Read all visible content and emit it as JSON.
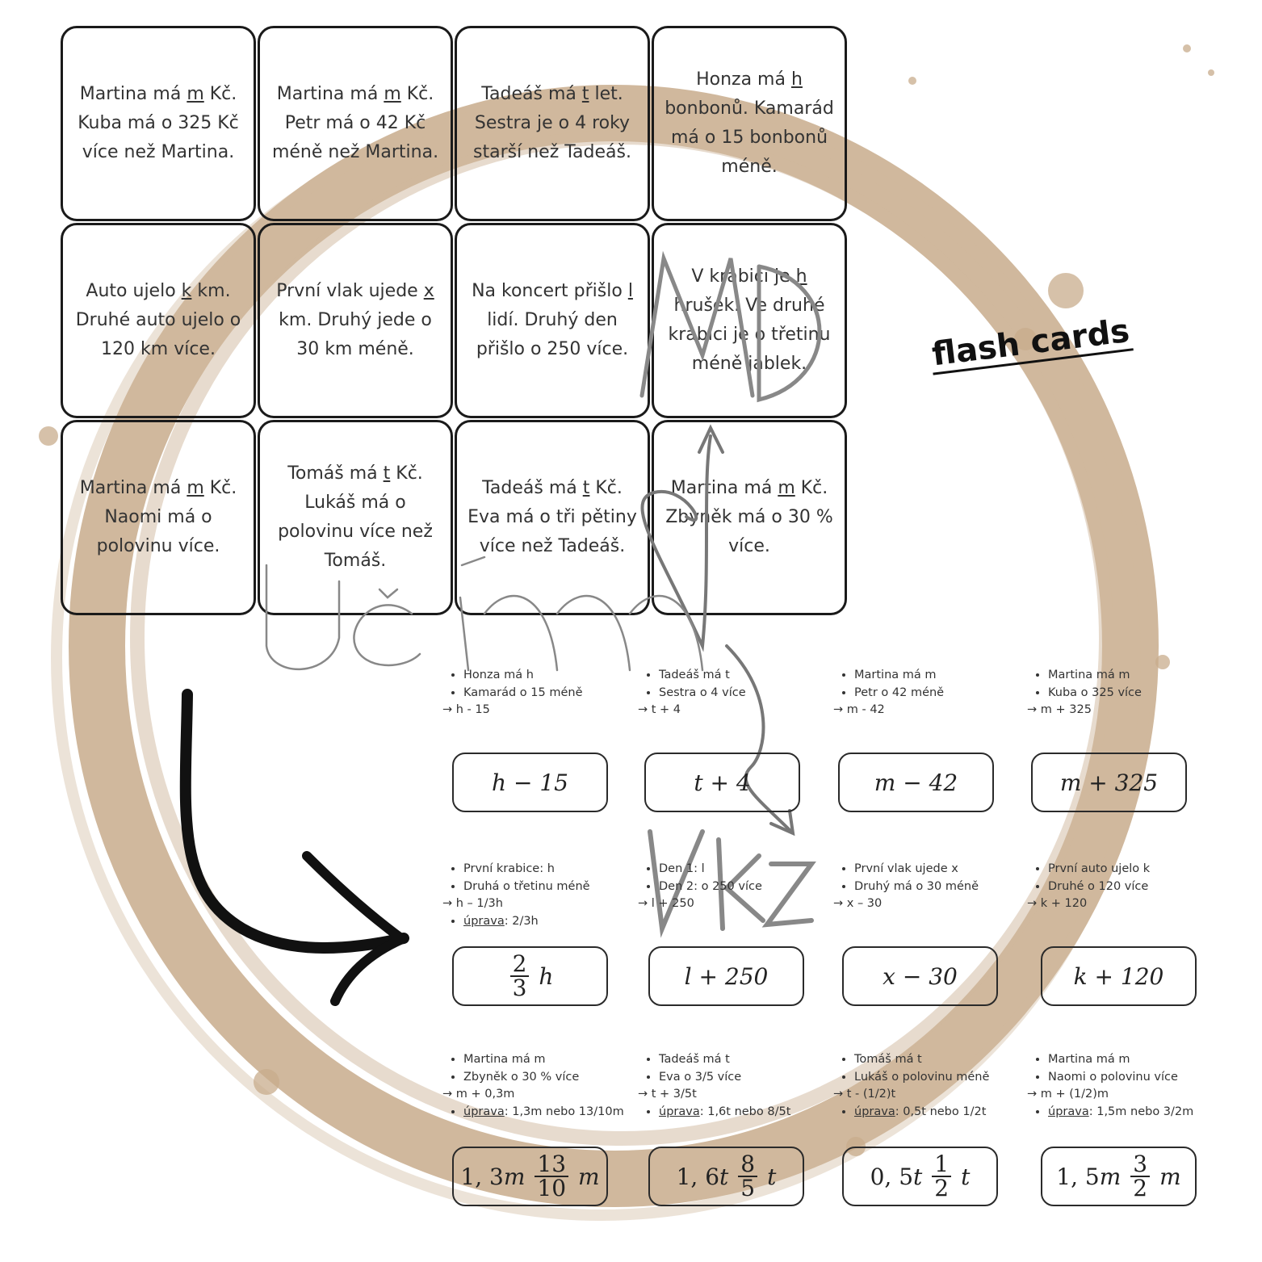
{
  "colors": {
    "stain": "#c8ac8c",
    "card_border": "#1a1a1a",
    "ink": "#333333"
  },
  "cards": [
    [
      "Martina má",
      "m",
      " Kč. Kuba má o 325 Kč více než Martina."
    ],
    [
      "Martina má",
      "m",
      " Kč. Petr má o 42 Kč méně než Martina."
    ],
    [
      "Tadeáš má ",
      "t",
      " let. Sestra je o 4 roky starší než Tadeáš."
    ],
    [
      "Honza má",
      "h",
      " bonbonů. Kamarád má o 15 bonbonů méně."
    ],
    [
      "Auto ujelo ",
      "k",
      " km. Druhé auto ujelo o 120 km více."
    ],
    [
      "První vlak ujede",
      "x",
      " km. Druhý jede o 30 km méně."
    ],
    [
      "Na koncert přišlo ",
      "l",
      " lidí. Druhý den přišlo o 250 více."
    ],
    [
      "V krabici je",
      "h",
      " hrušek. Ve druhé krabici je o třetinu méně jablek."
    ],
    [
      "Martina má",
      "m",
      " Kč. Naomi má o polovinu více."
    ],
    [
      "Tomáš má ",
      "t",
      " Kč. Lukáš má o polovinu více než Tomáš."
    ],
    [
      "Tadeáš má ",
      "t",
      " Kč. Eva má o tři pětiny více než Tadeáš."
    ],
    [
      "Martina má",
      "m",
      " Kč. Zbyněk má o 30 % více."
    ]
  ],
  "flash_label": "flash cards",
  "signature": "Učíme VKZ",
  "notes_row1": [
    {
      "items": [
        "Honza má h",
        "Kamarád o 15 méně"
      ],
      "result": "→ h - 15"
    },
    {
      "items": [
        "Tadeáš má t",
        "Sestra o 4 více"
      ],
      "result": "→ t + 4"
    },
    {
      "items": [
        "Martina má m",
        "Petr o 42 méně"
      ],
      "result": "→ m - 42"
    },
    {
      "items": [
        "Martina má m",
        "Kuba o 325 více"
      ],
      "result": "→ m + 325"
    }
  ],
  "answers_row1": [
    "h − 15",
    "t + 4",
    "m − 42",
    "m + 325"
  ],
  "notes_row2": [
    {
      "items": [
        "První krabice: h",
        "Druhá o třetinu méně"
      ],
      "result": "→ h – 1/3h",
      "uprava_label": "úprava",
      "uprava": ": 2/3h"
    },
    {
      "items": [
        "Den 1: l",
        "Den 2: o 250 více"
      ],
      "result": "→ l + 250"
    },
    {
      "items": [
        "První vlak ujede x",
        "Druhý má o 30 méně"
      ],
      "result": "→ x – 30"
    },
    {
      "items": [
        "První auto ujelo k",
        "Druhé o 120 více"
      ],
      "result": "→ k + 120"
    }
  ],
  "answers_row2": {
    "frac1": {
      "num": "2",
      "den": "3",
      "var": "h"
    },
    "b": "l + 250",
    "c": "x − 30",
    "d": "k + 120"
  },
  "notes_row3": [
    {
      "items": [
        "Martina má m",
        "Zbyněk o 30 % více"
      ],
      "result": "→ m + 0,3m",
      "uprava_label": "úprava",
      "uprava": ": 1,3m nebo 13/10m"
    },
    {
      "items": [
        "Tadeáš má t",
        "Eva o 3/5 více"
      ],
      "result": "→ t + 3/5t",
      "uprava_label": "úprava",
      "uprava": ": 1,6t nebo 8/5t"
    },
    {
      "items": [
        "Tomáš má t",
        "Lukáš o polovinu méně"
      ],
      "result": "→ t - (1/2)t",
      "uprava_label": "úprava",
      "uprava": ": 0,5t nebo 1/2t"
    },
    {
      "items": [
        "Martina má m",
        "Naomi o polovinu více"
      ],
      "result": "→ m + (1/2)m",
      "uprava_label": "úprava",
      "uprava": ": 1,5m nebo 3/2m"
    }
  ],
  "answers_row3": [
    {
      "dec": "1, 3",
      "var": "m",
      "num": "13",
      "den": "10"
    },
    {
      "dec": "1, 6",
      "var": "t",
      "num": "8",
      "den": "5"
    },
    {
      "dec": "0, 5",
      "var": "t",
      "num": "1",
      "den": "2"
    },
    {
      "dec": "1, 5",
      "var": "m",
      "num": "3",
      "den": "2"
    }
  ]
}
